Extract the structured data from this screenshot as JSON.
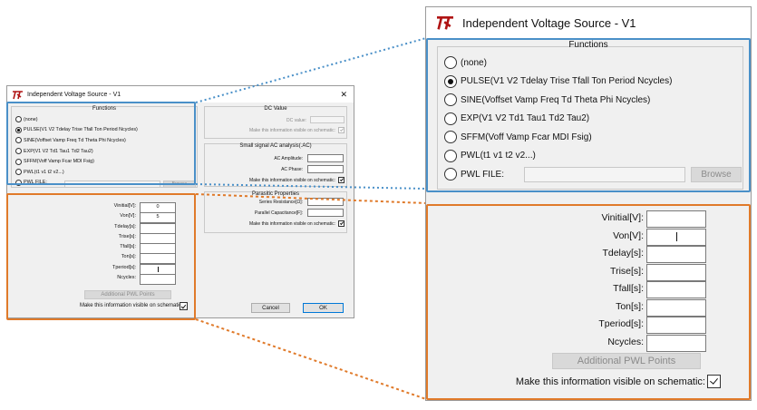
{
  "dialog": {
    "title": "Independent Voltage Source - V1",
    "close_glyph": "✕",
    "functions": {
      "title": "Functions",
      "options": [
        {
          "label": "(none)",
          "selected": false
        },
        {
          "label": "PULSE(V1  V2  Tdelay  Trise  Tfall  Ton  Period  Ncycles)",
          "selected": true
        },
        {
          "label": "SINE(Voffset  Vamp  Freq  Td  Theta  Phi  Ncycles)",
          "selected": false
        },
        {
          "label": "EXP(V1  V2  Td1  Tau1  Td2  Tau2)",
          "selected": false
        },
        {
          "label": "SFFM(Voff  Vamp  Fcar  MDI  Fsig)",
          "selected": false
        },
        {
          "label": "PWL(t1  v1  t2  v2...)",
          "selected": false
        },
        {
          "label": "PWL FILE:",
          "selected": false
        }
      ],
      "browse_label": "Browse"
    },
    "dc": {
      "title": "DC Value",
      "dc_label": "DC value:",
      "visible_label": "Make this information visible on schematic:"
    },
    "ac": {
      "title": "Small signal AC analysis(.AC)",
      "amplitude_label": "AC Amplitude:",
      "phase_label": "AC Phase:",
      "visible_label": "Make this information visible on schematic:"
    },
    "parasitic": {
      "title": "Parasitic Properties",
      "series_label": "Series Resistance[Ω]:",
      "parallel_label": "Parallel Capacitance[F]:",
      "visible_label": "Make this information visible on schematic:"
    },
    "params": [
      {
        "label": "Vinitial[V]:",
        "value": "0"
      },
      {
        "label": "Von[V]:",
        "value": "5"
      },
      {
        "label": "Tdelay[s]:",
        "value": ""
      },
      {
        "label": "Trise[s]:",
        "value": ""
      },
      {
        "label": "Tfall[s]:",
        "value": ""
      },
      {
        "label": "Ton[s]:",
        "value": ""
      },
      {
        "label": "Tperiod[s]:",
        "value": ""
      },
      {
        "label": "Ncycles:",
        "value": ""
      }
    ],
    "zoom_params": [
      {
        "label": "Vinitial[V]:",
        "value": ""
      },
      {
        "label": "Von[V]:",
        "value": ""
      },
      {
        "label": "Tdelay[s]:",
        "value": ""
      },
      {
        "label": "Trise[s]:",
        "value": ""
      },
      {
        "label": "Tfall[s]:",
        "value": ""
      },
      {
        "label": "Ton[s]:",
        "value": ""
      },
      {
        "label": "Tperiod[s]:",
        "value": ""
      },
      {
        "label": "Ncycles:",
        "value": ""
      }
    ],
    "pwl_points_label": "Additional PWL Points",
    "visible_label": "Make this information visible on schematic:",
    "cancel_label": "Cancel",
    "ok_label": "OK"
  },
  "colors": {
    "blue_callout": "#4a90c8",
    "orange_callout": "#e07a2a"
  },
  "icons": {
    "app": "ltspice-logo-icon",
    "close": "close-icon"
  }
}
